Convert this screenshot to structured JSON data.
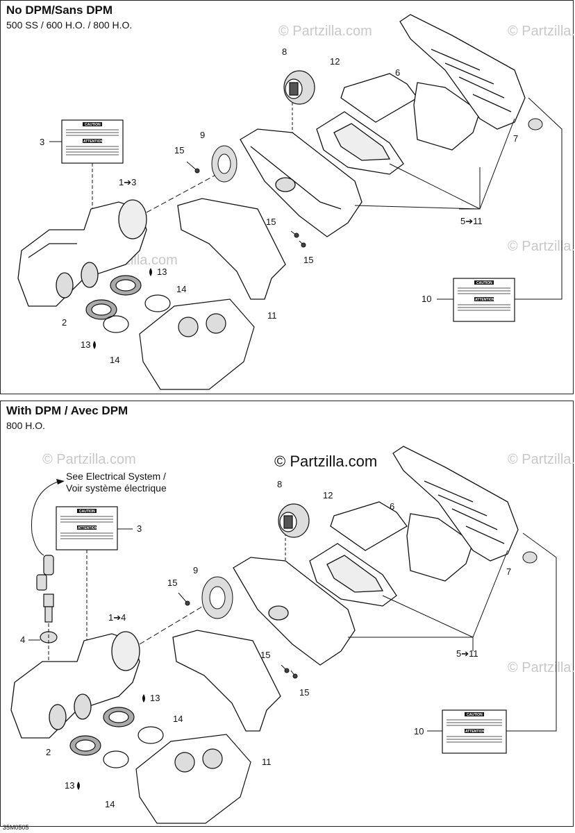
{
  "panels": {
    "top": {
      "title": "No DPM/Sans DPM",
      "subtitle": "500 SS / 600 H.O. / 800 H.O.",
      "callouts": [
        "8",
        "12",
        "6",
        "7",
        "3",
        "9",
        "15",
        "1➔3",
        "15",
        "15",
        "5➔11",
        "10",
        "13",
        "14",
        "2",
        "11",
        "13",
        "14"
      ]
    },
    "bottom": {
      "title": "With DPM / Avec DPM",
      "subtitle": "800 H.O.",
      "note_line1": "See Electrical System /",
      "note_line2": "Voir système électrique",
      "callouts": [
        "8",
        "12",
        "6",
        "3",
        "7",
        "15",
        "9",
        "1➔4",
        "4",
        "15",
        "5➔11",
        "15",
        "13",
        "14",
        "10",
        "2",
        "11",
        "13",
        "14"
      ]
    }
  },
  "labels": {
    "caution": "CAUTION",
    "attention": "ATTENTION"
  },
  "watermark": "© Partzilla.com",
  "reference_code": "35M0505"
}
